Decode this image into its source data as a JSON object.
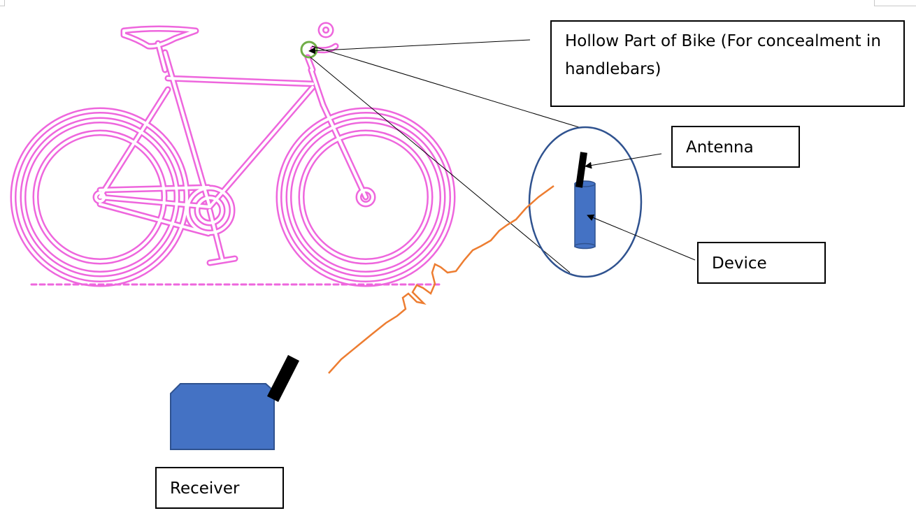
{
  "labels": {
    "hollow": "Hollow Part of Bike (For concealment in handlebars)",
    "antenna": "Antenna",
    "device": "Device",
    "receiver": "Receiver"
  },
  "colors": {
    "bike": "#ee66dd",
    "device_fill": "#4472c4",
    "device_stroke": "#2f528f",
    "ellipse": "#2f528f",
    "signal": "#ed7d31",
    "hollow_marker": "#70ad47",
    "leader": "#000000"
  }
}
